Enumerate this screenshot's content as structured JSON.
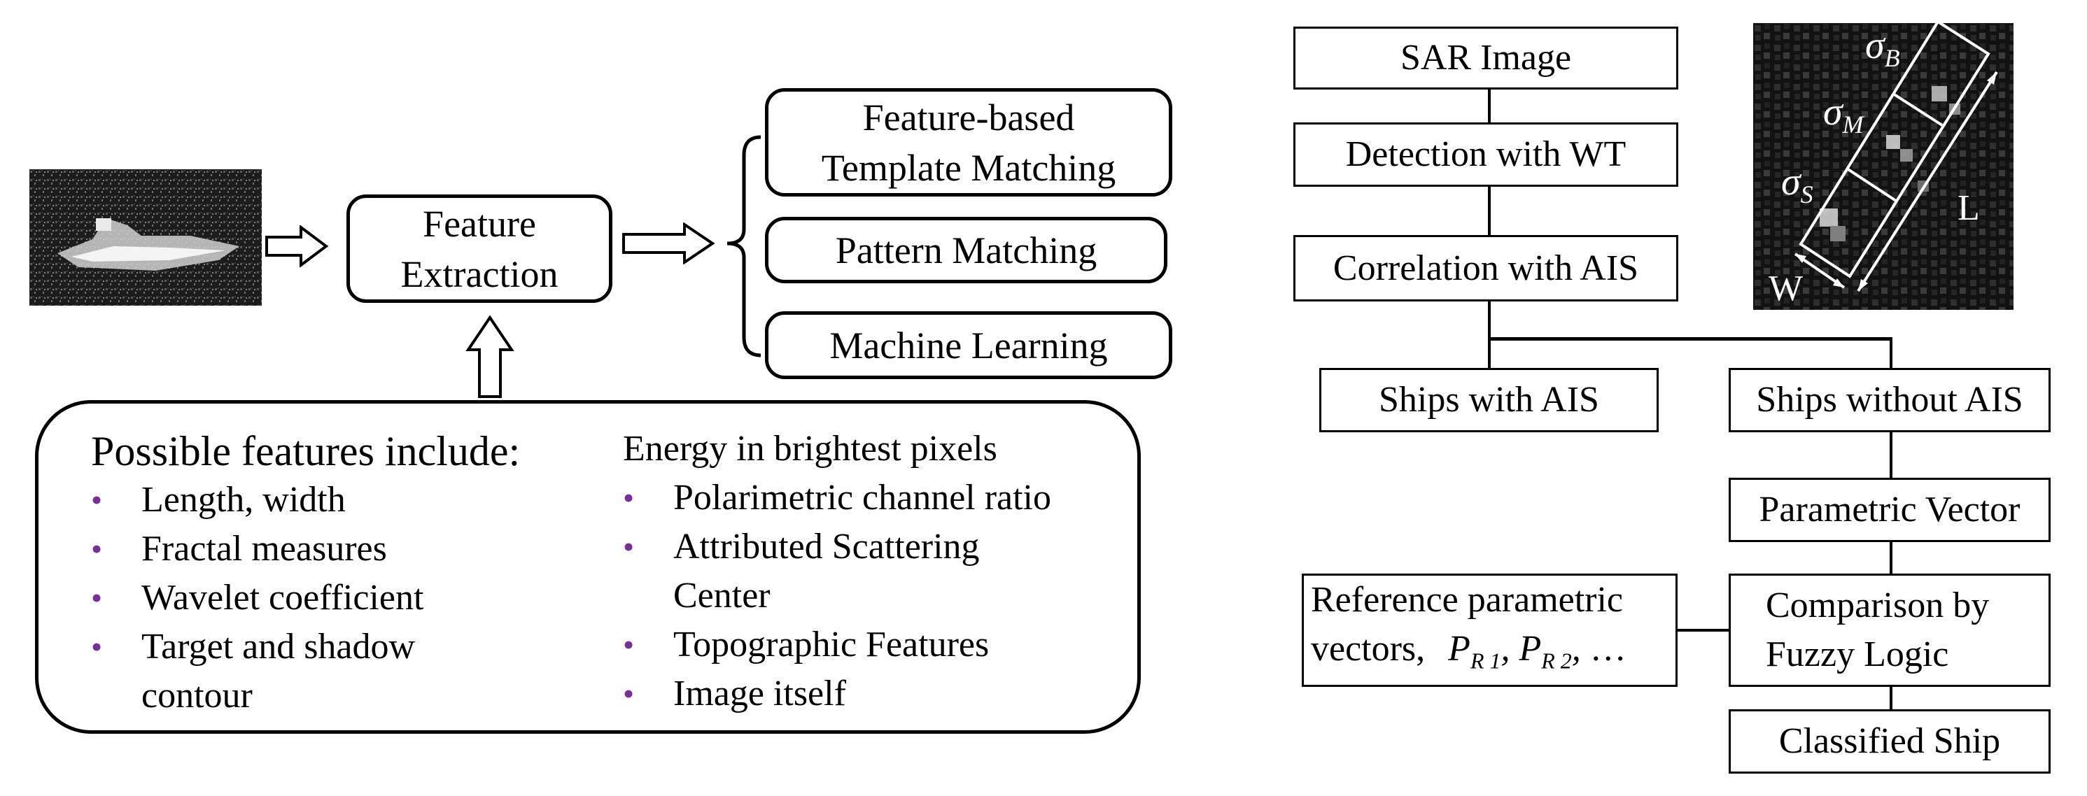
{
  "left_diagram": {
    "feature_extraction": "Feature Extraction",
    "methods": [
      "Feature-based Template Matching",
      "Pattern Matching",
      "Machine Learning"
    ],
    "features_title": "Possible features include:",
    "features_col1": [
      {
        "text": "Length, width",
        "bullet": true
      },
      {
        "text": "Fractal measures",
        "bullet": true
      },
      {
        "text": "Wavelet coefficient",
        "bullet": true
      },
      {
        "text": "Target and shadow",
        "bullet": true
      },
      {
        "text": "contour",
        "bullet": false
      }
    ],
    "features_col2": [
      {
        "text": "Energy in brightest pixels",
        "bullet": false
      },
      {
        "text": "Polarimetric channel ratio",
        "bullet": true
      },
      {
        "text": "Attributed Scattering",
        "bullet": true
      },
      {
        "text": "Center",
        "bullet": false
      },
      {
        "text": "Topographic Features",
        "bullet": true
      },
      {
        "text": "Image itself",
        "bullet": true
      }
    ]
  },
  "right_diagram": {
    "sar_image": "SAR Image",
    "detection": "Detection with WT",
    "correlation": "Correlation with AIS",
    "ships_with_ais": "Ships with AIS",
    "ships_without_ais": "Ships without AIS",
    "parametric_vector": "Parametric Vector",
    "reference_line1": "Reference parametric",
    "reference_line2": "vectors,",
    "reference_symbols": "P_R1, P_R2, ...",
    "comparison_line1": "Comparison by",
    "comparison_line2": "Fuzzy Logic",
    "classified_ship": "Classified Ship"
  },
  "ship_image": {
    "sigma_b": "B",
    "sigma_m": "M",
    "sigma_s": "S",
    "length_label": "L",
    "width_label": "W"
  },
  "colors": {
    "bullet": "#7a2e9a"
  }
}
